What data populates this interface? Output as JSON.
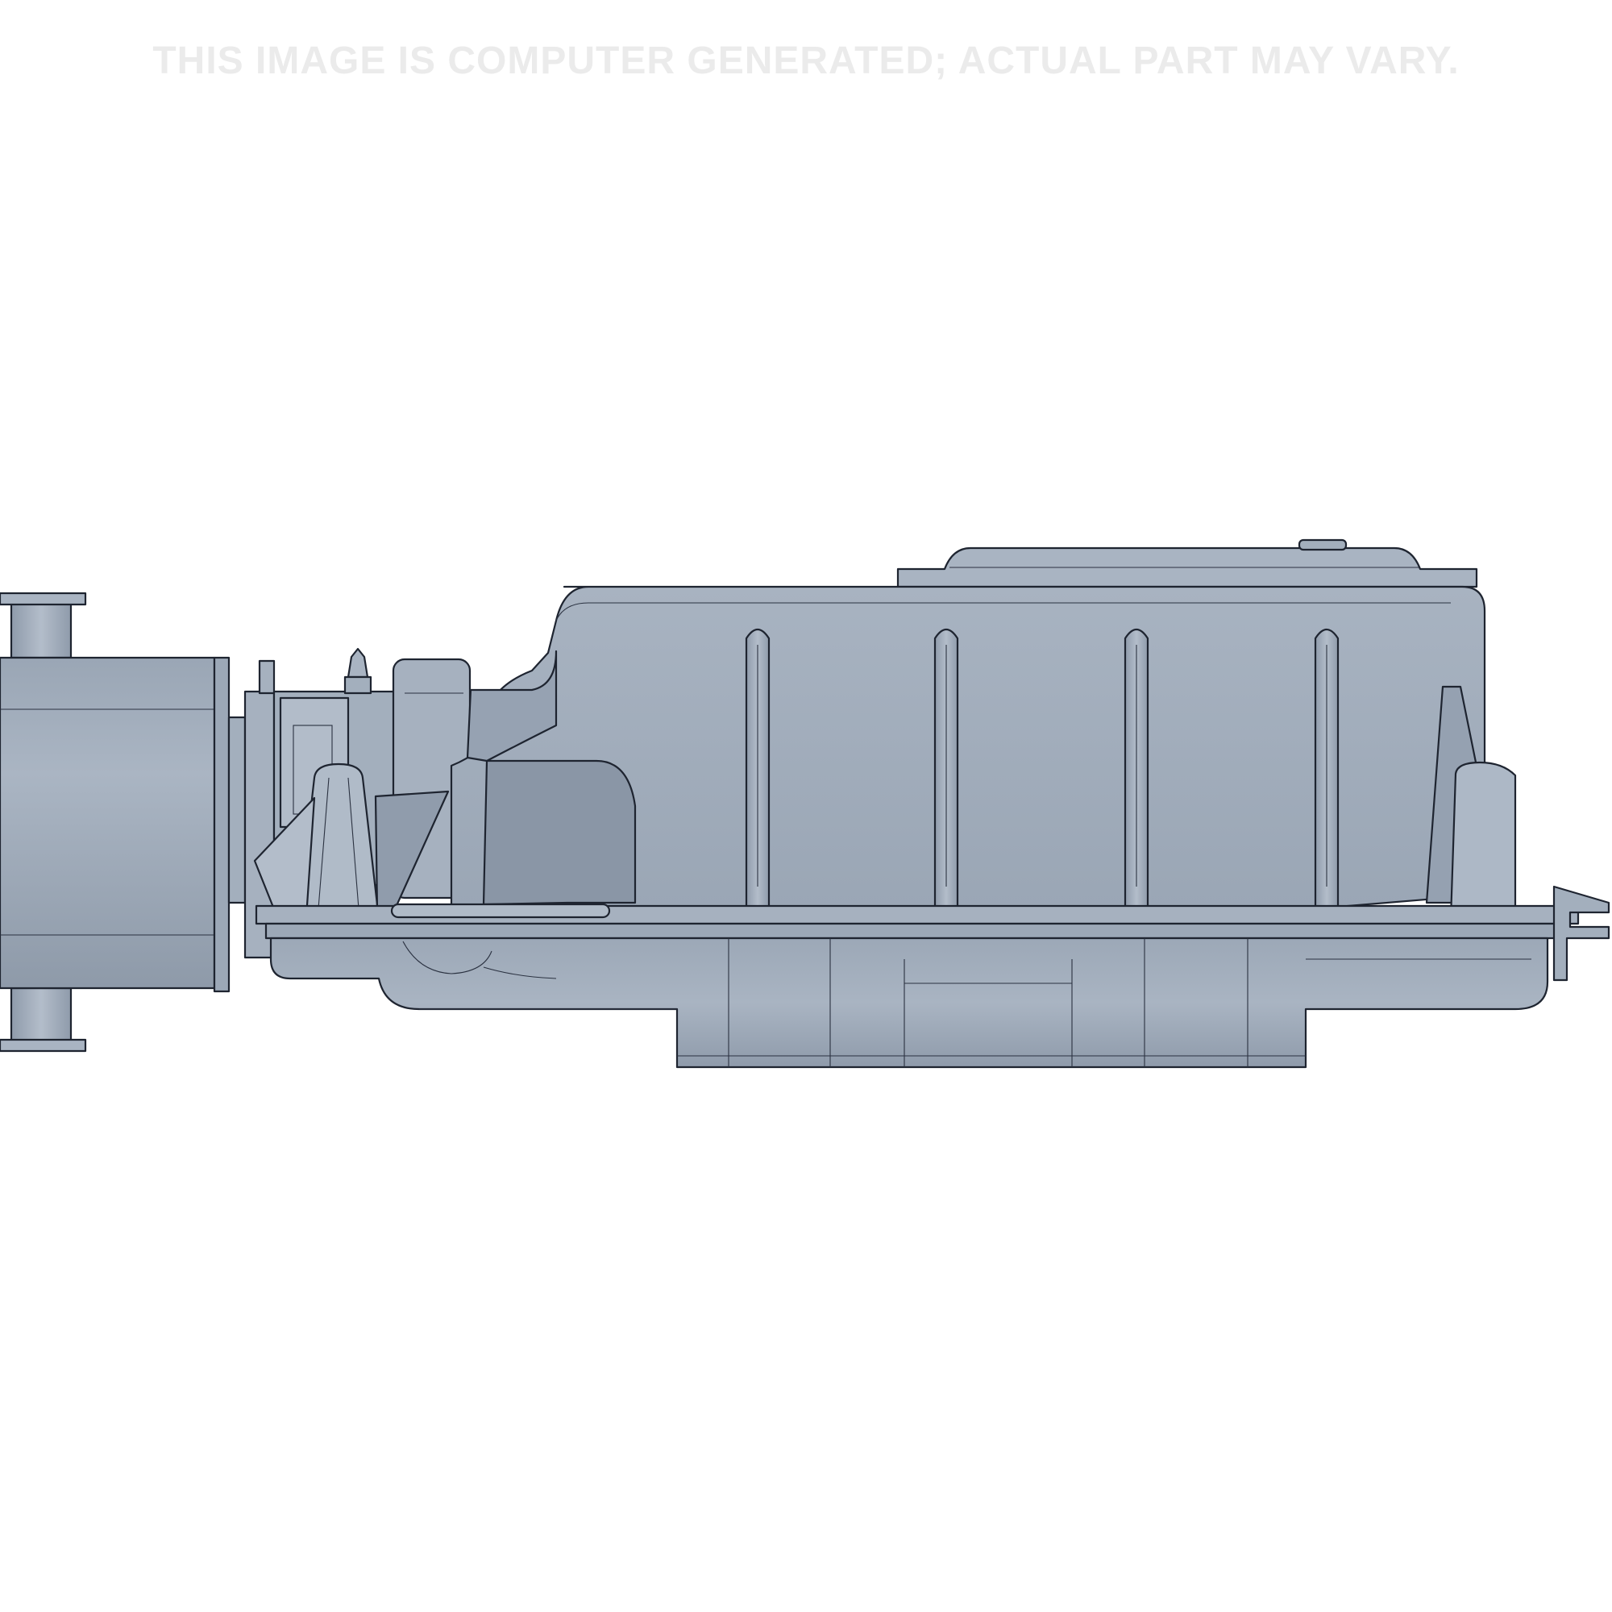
{
  "disclaimer": "THIS IMAGE IS COMPUTER GENERATED; ACTUAL PART MAY VARY.",
  "colors": {
    "background": "#ffffff",
    "disclaimer_text": "#ebebeb",
    "part_body": "#a3afbd",
    "part_shadow": "#8b97a6",
    "part_highlight": "#b4bfcc",
    "outline": "#1e2430"
  },
  "render": {
    "subject": "transmission-filter-pan-side-view",
    "view": "side"
  }
}
